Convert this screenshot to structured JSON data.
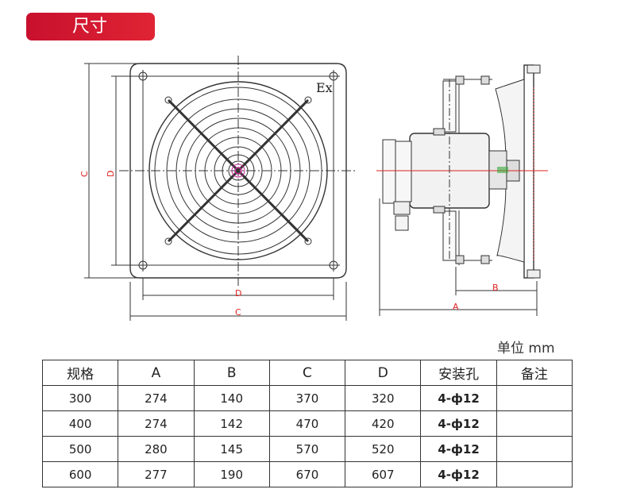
{
  "section_title": "尺寸",
  "unit_label": "单位 mm",
  "drawing_labels": {
    "C": "C",
    "D": "D",
    "A": "A",
    "B": "B",
    "ex_mark": "Ex"
  },
  "table": {
    "headers": [
      "规格",
      "A",
      "B",
      "C",
      "D",
      "安装孔",
      "备注"
    ],
    "rows": [
      {
        "spec": "300",
        "a": "274",
        "b": "140",
        "c": "370",
        "d": "320",
        "holes": "4-ф12",
        "note": ""
      },
      {
        "spec": "400",
        "a": "274",
        "b": "142",
        "c": "470",
        "d": "420",
        "holes": "4-ф12",
        "note": ""
      },
      {
        "spec": "500",
        "a": "280",
        "b": "145",
        "c": "570",
        "d": "520",
        "holes": "4-ф12",
        "note": ""
      },
      {
        "spec": "600",
        "a": "277",
        "b": "190",
        "c": "670",
        "d": "607",
        "holes": "4-ф12",
        "note": ""
      }
    ]
  },
  "colors": {
    "banner": "#d0162b",
    "dimension_red": "#dd2222",
    "line": "#333333"
  }
}
